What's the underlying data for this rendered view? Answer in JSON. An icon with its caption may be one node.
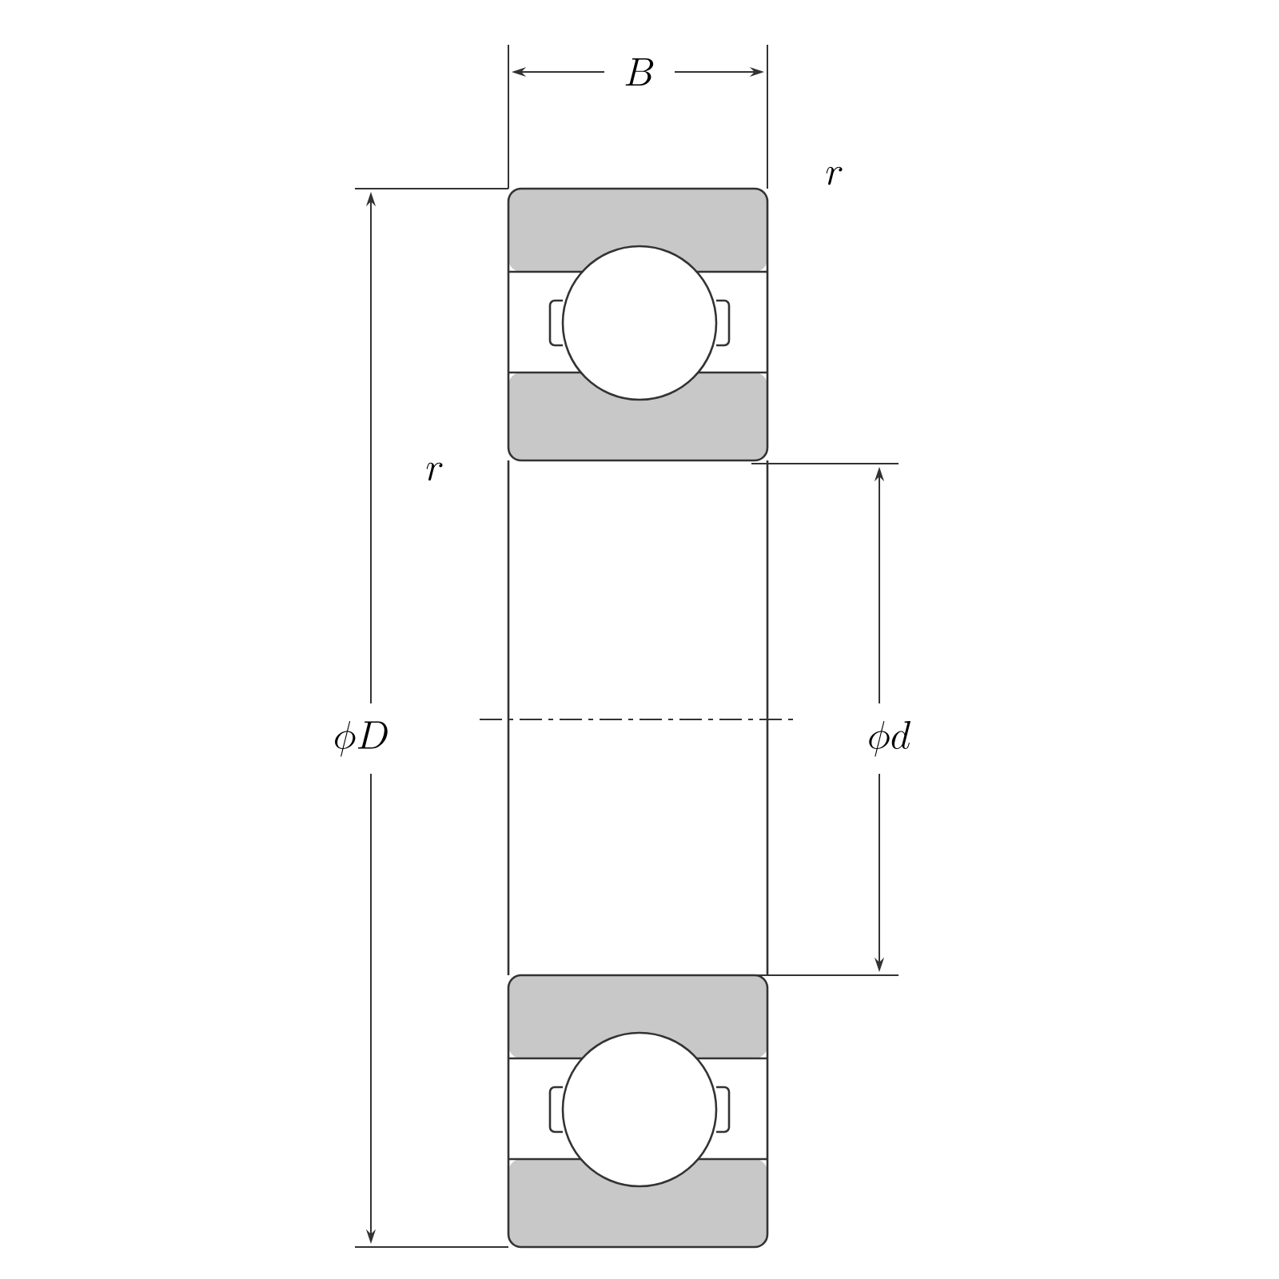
{
  "diagram": {
    "labels": [
      "B",
      "r",
      "r",
      "\\phi D",
      "\\phi d"
    ]
  }
}
